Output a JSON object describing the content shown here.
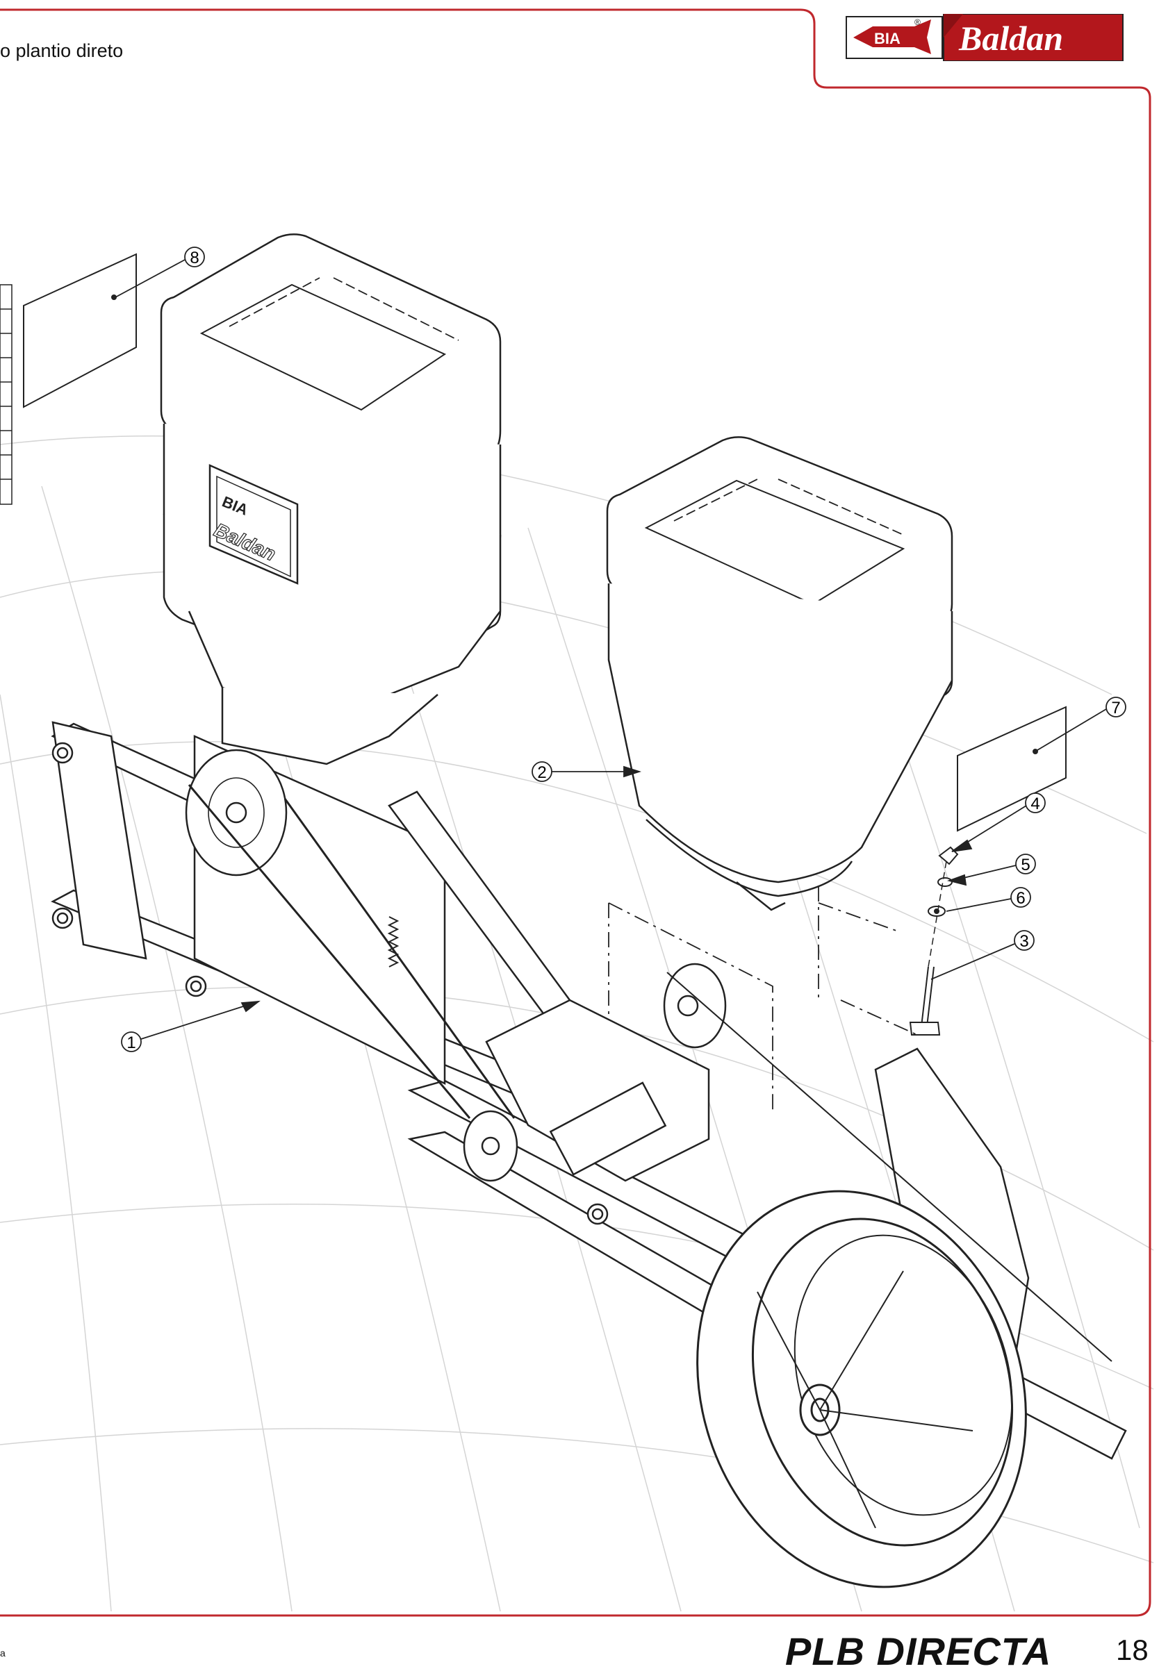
{
  "header": {
    "subtitle": "o plantio direto"
  },
  "logo": {
    "mark_text": "BIA",
    "registered": "®",
    "brand": "Baldan"
  },
  "hopper_emblem": {
    "mark_text": "BIA",
    "brand": "Baldan"
  },
  "callouts": [
    {
      "number": "1"
    },
    {
      "number": "2"
    },
    {
      "number": "3"
    },
    {
      "number": "4"
    },
    {
      "number": "5"
    },
    {
      "number": "6"
    },
    {
      "number": "7"
    },
    {
      "number": "8"
    }
  ],
  "footer": {
    "model": "PLB DIRECTA",
    "page_number": "18",
    "edge_mark": "a"
  },
  "colors": {
    "frame_red": "#c0282d",
    "logo_red": "#b3171c",
    "line": "#222222",
    "grid": "#cfcfcf"
  }
}
